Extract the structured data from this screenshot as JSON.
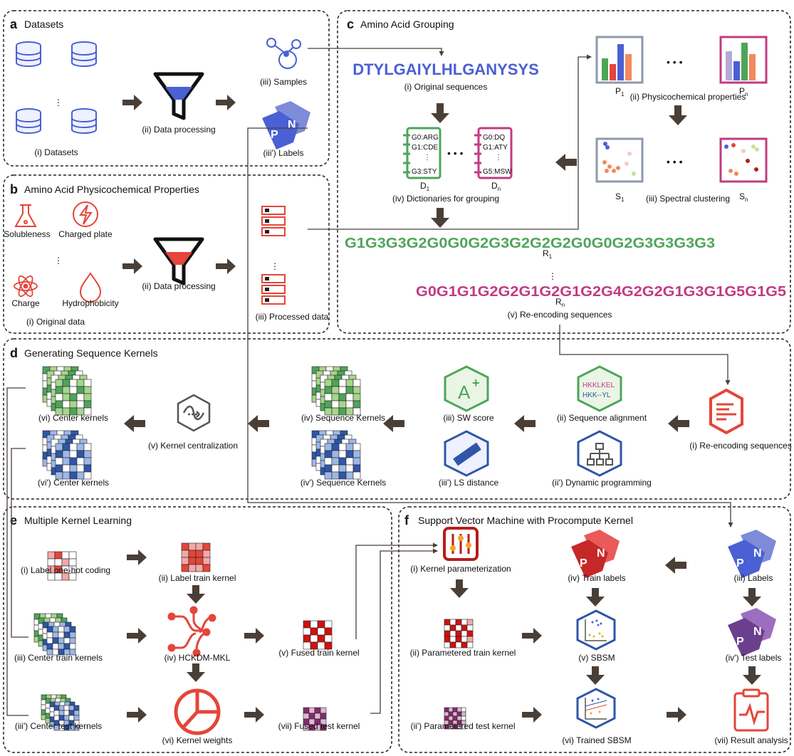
{
  "colors": {
    "blue": "#4a60d4",
    "green": "#4ea559",
    "pink": "#c23a82",
    "red": "#e5453a",
    "darkred": "#b71c1c",
    "purple": "#6c3f8e",
    "arrow": "#4a3f37",
    "gray": "#6b6b6b"
  },
  "panels": {
    "a": {
      "letter": "a",
      "title": "Datasets",
      "labels": {
        "datasets": "(i) Datasets",
        "processing": "(ii) Data processing",
        "samples": "(iii) Samples",
        "labels": "(iii') Labels"
      },
      "dots": "⋮",
      "tag_p": "P",
      "tag_n": "N"
    },
    "b": {
      "letter": "b",
      "title": "Amino Acid Physicochemical Properties",
      "labels": {
        "solubleness": "Solubleness",
        "charged_plate": "Charged plate",
        "charge": "Charge",
        "hydrophobicity": "Hydrophobicity",
        "original": "(i) Original data",
        "processing": "(ii) Data processing",
        "processed": "(iii) Processed data"
      }
    },
    "c": {
      "letter": "c",
      "title": "Amino Acid Grouping",
      "sequence": "DTYLGAIYLHLGANYSYS",
      "labels": {
        "original": "(i) Original sequences",
        "physico": "(ii) Physicochemical properties",
        "spectral": "(iii) Spectral clustering",
        "dicts": "(iv) Dictionaries for grouping",
        "reenc": "(v) Re-encoding sequences"
      },
      "dict1": [
        "G0:ARG",
        "G1:CDE",
        "⋮",
        "G3:STY"
      ],
      "dictn": [
        "G0:DQ",
        "G1:ATY",
        "⋮",
        "G5:MSW"
      ],
      "d1": "D",
      "dn": "D",
      "p1": "P",
      "pn": "P",
      "s1": "S",
      "sn": "S",
      "sub1": "1",
      "subn": "n",
      "r1": "R",
      "rn": "R",
      "ellipsis": "• • •",
      "vdots": "⋮",
      "green_seq": "G1G3G3G2G0G0G2G3G2G2G2G0G0G2G3G3G3G3",
      "pink_seq": "G0G1G1G2G2G1G2G1G2G4G2G2G1G3G1G5G1G5"
    },
    "d": {
      "letter": "d",
      "title": "Generating Sequence Kernels",
      "labels": {
        "center": "(vi) Center kernels",
        "center2": "(vi') Center kernels",
        "kc": "(v) Kernel centralization",
        "seqk": "(iv) Sequence Kernels",
        "seqk2": "(iv') Sequence Kernels",
        "sw": "(iii) SW score",
        "ls": "(iii') LS distance",
        "align": "(ii) Sequence alignment",
        "dp": "(ii') Dynamic programming",
        "reenc": "(i) Re-encoding sequences"
      },
      "align_row1": "HKKLKEL",
      "align_row2": "HKK--YL",
      "sw_text": "A"
    },
    "e": {
      "letter": "e",
      "title": "Multiple Kernel Learning",
      "labels": {
        "onehot": "(i) Label one-hot coding",
        "labeltrain": "(ii) Label train kernel",
        "ctrain": "(iii) Center train kernels",
        "hckdm": "(iv) HCKDM-MKL",
        "fused": "(v) Fused train kernel",
        "ctest": "(iii') Center test kernels",
        "weights": "(vi) Kernel weights",
        "fusedtest": "(vii) Fused test kernel"
      }
    },
    "f": {
      "letter": "f",
      "title": "Support Vector Machine with Procompute Kernel",
      "labels": {
        "kparam": "(i) Kernel parameterization",
        "trainlab": "(iv) Train labels",
        "labels": "(iii) Labels",
        "ptrain": "(ii) Parametered train kernel",
        "sbsm": "(v) SBSM",
        "testlab": "(iv') Test labels",
        "ptest": "(ii') Parametered test kernel",
        "trained": "(vi) Trained SBSM",
        "result": "(vii) Result analysis"
      }
    }
  }
}
